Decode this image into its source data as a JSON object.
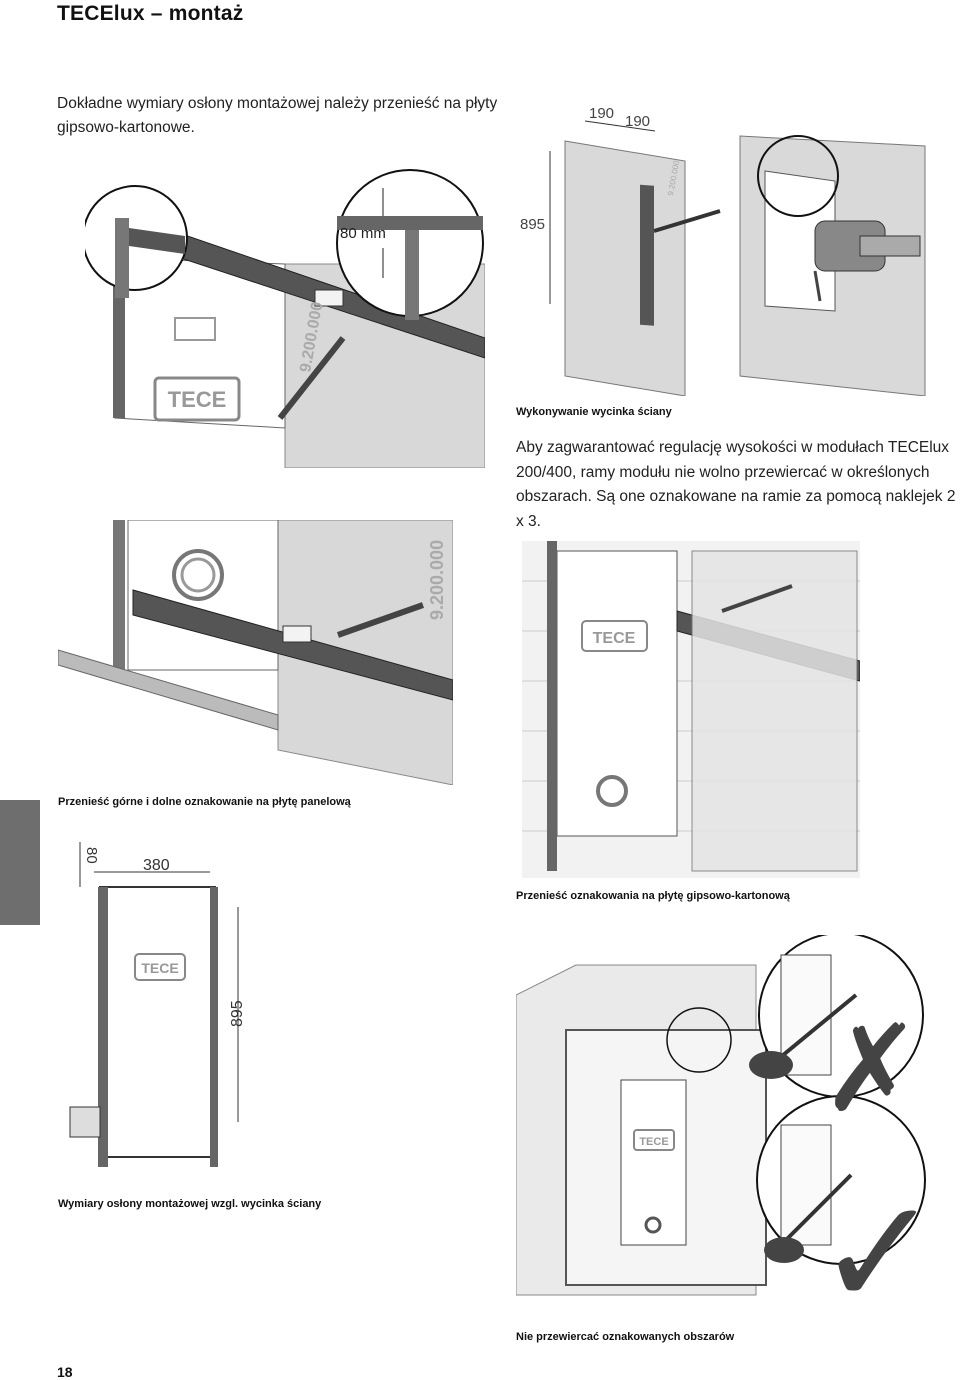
{
  "page": {
    "title": "TECElux – montaż",
    "page_number": "18"
  },
  "intro_text": "Dokładne wymiary osłony montażowej należy przenieść na płyty gipsowo-kartonowe.",
  "body_text": "Aby zagwarantować regulację wysokości w modułach TECElux 200/400, ramy modułu nie wolno przewiercać w określonych obszarach. Są one oznakowane na ramie za pomocą naklejek 2 x 3.",
  "captions": {
    "cutout": "Wykonywanie wycinka ściany",
    "transfer_marking": "Przenieść górne i dolne oznakowanie na płytę panelową",
    "transfer_drywall": "Przenieść oznakowania na płytę gipsowo-kartonową",
    "dimensions": "Wymiary osłony montażowej wzgl. wycinka ściany",
    "no_drilling": "Nie przewiercać oznakowanych obszarów"
  },
  "figures": {
    "cutout": {
      "dim_top_left": "190",
      "dim_top_right": "190",
      "dim_height": "895",
      "label_strip": "9.200.000"
    },
    "marking_top": {
      "callout": "80 mm",
      "label_strip": "9.200.000",
      "logo": "TECE"
    },
    "marking_bottom": {
      "label_strip": "9.200.000"
    },
    "dimensions": {
      "dim_top": "80",
      "dim_width": "380",
      "dim_height": "895",
      "logo": "TECE"
    },
    "wall_frame": {
      "logo": "TECE"
    },
    "no_drill": {
      "wrong": "✗",
      "right": "✓"
    }
  }
}
